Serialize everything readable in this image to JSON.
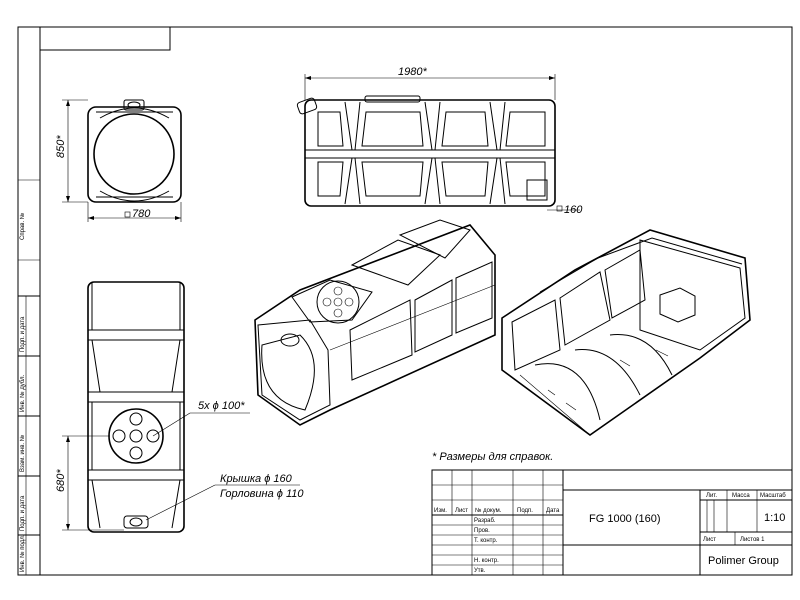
{
  "dimensions": {
    "length": "1980*",
    "height": "850*",
    "width": "780",
    "outlet": "160",
    "bottom": "680*"
  },
  "callouts": {
    "holes": "5х ϕ 100*",
    "lid": "Крышка ϕ 160",
    "neck": "Горловина ϕ 110"
  },
  "note": "* Размеры для справок.",
  "side_stamps": [
    "Справ. №",
    "Подп. и дата",
    "Инв. № дубл.",
    "Взам. инв. №",
    "Подп. и дата",
    "Инв. № подл."
  ],
  "title_block": {
    "designation": "FG 1000 (160)",
    "company": "Polimer Group",
    "col_headers": [
      "Изм.",
      "Лист",
      "№ докум.",
      "Подп.",
      "Дата"
    ],
    "roles": [
      "Разраб.",
      "Пров.",
      "Т. контр.",
      "Н. контр.",
      "Утв."
    ],
    "lit_label": "Лит.",
    "mass_label": "Масса",
    "scale_label": "Масштаб",
    "scale_value": "1:10",
    "sheet_label": "Лист",
    "sheets_label": "Листов 1"
  }
}
